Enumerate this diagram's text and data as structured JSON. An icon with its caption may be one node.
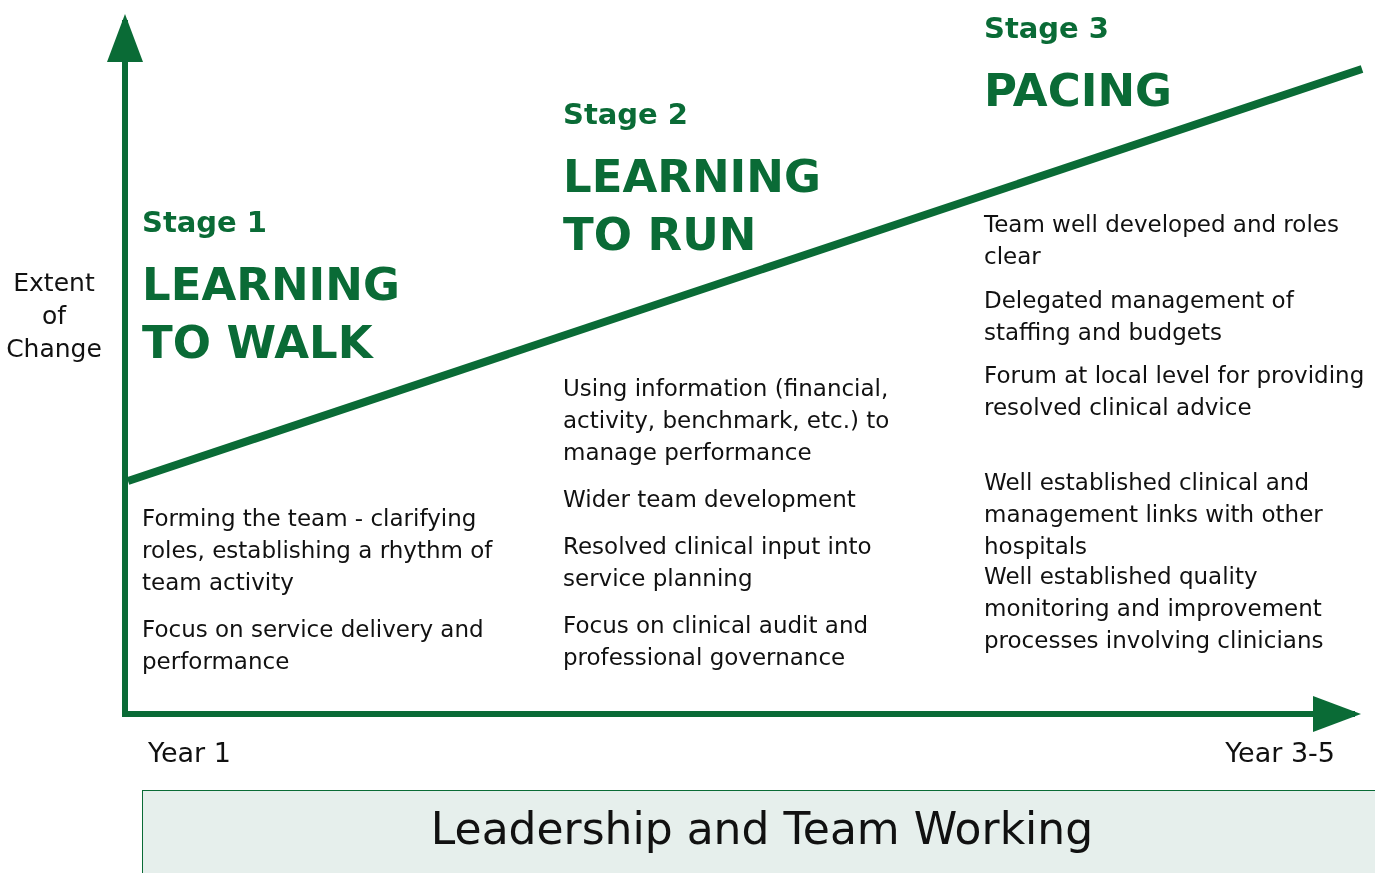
{
  "diagram": {
    "nodes": [
      {
        "text": [
          "Leadership and Team Working"
        ]
      }
    ],
    "edges": [],
    "labels": [
      "Extent of Change",
      "Stage 1",
      "LEARNING TO WALK",
      "Forming the team - clarifying roles, establishing a rhythm of team activity",
      "Focus on service delivery and performance",
      "Stage 2",
      "LEARNING TO RUN",
      "Using information (financial, activity, benchmark, etc.) to manage performance",
      "Wider team development",
      "Resolved clinical input into service planning",
      "Focus on clinical audit and professional governance",
      "Stage 3",
      "PACING",
      "Team well developed and roles clear",
      "Delegated management of staffing and budgets",
      "Forum at local level for providing resolved clinical advice",
      "Well established clinical and management links with other hospitals",
      "Well established quality monitoring and improvement processes involving clinicians",
      "Year 1",
      "Year 3-5"
    ]
  }
}
